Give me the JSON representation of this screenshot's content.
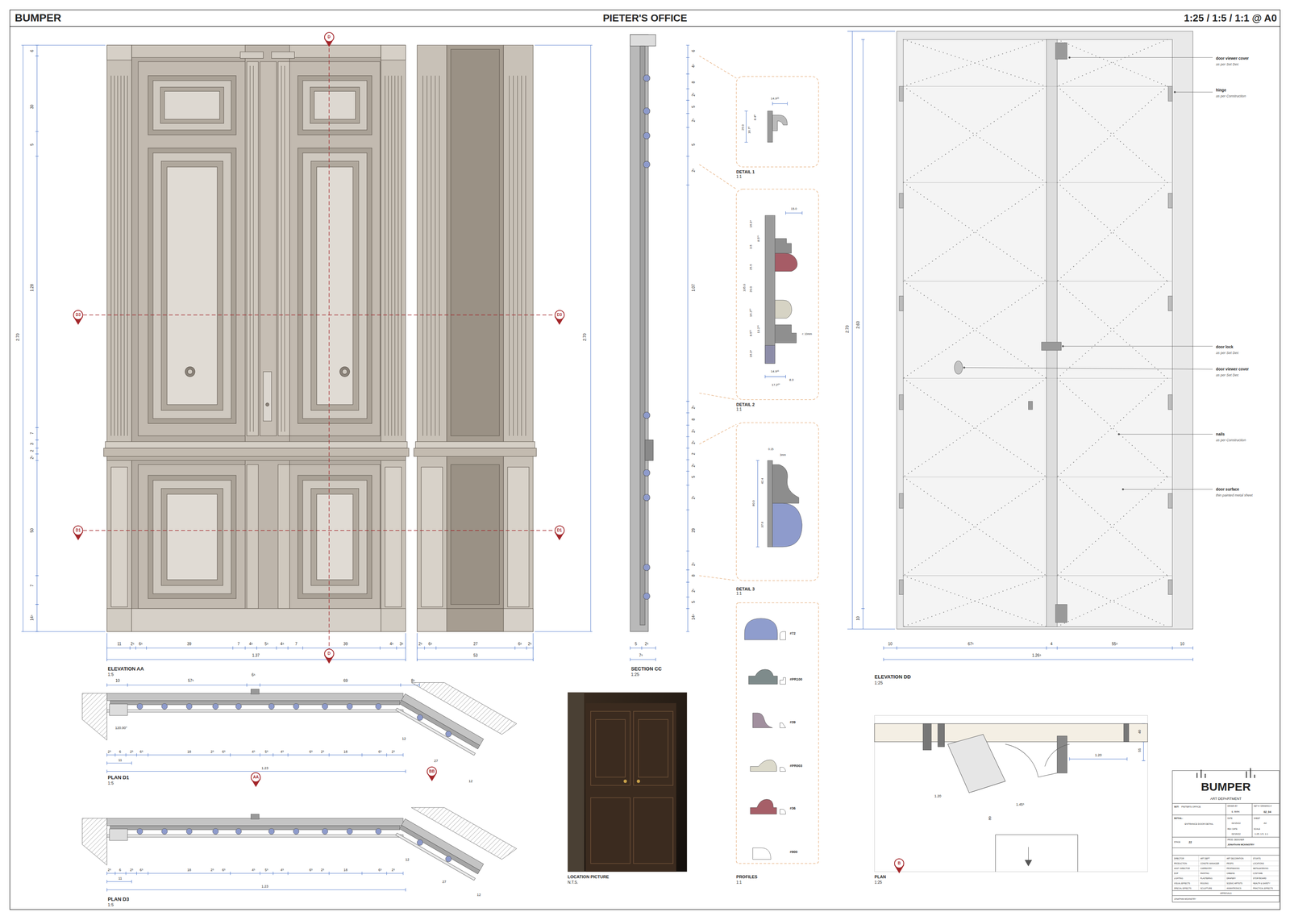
{
  "diagram": {
    "title": "PIETER'S OFFICE",
    "nodes": [
      {
        "text": [
          "D"
        ]
      },
      {
        "text": [
          "D"
        ]
      },
      {
        "text": [
          "D3"
        ]
      },
      {
        "text": [
          "D3"
        ]
      },
      {
        "text": [
          "D1"
        ]
      },
      {
        "text": [
          "D1"
        ]
      },
      {
        "text": [
          "AA"
        ]
      },
      {
        "text": [
          "BB"
        ]
      },
      {
        "text": [
          "B"
        ]
      }
    ],
    "edges": [
      {
        "from": 0,
        "to": 1,
        "arrow": "none"
      },
      {
        "from": 2,
        "to": 3,
        "arrow": "none"
      },
      {
        "from": 4,
        "to": 5,
        "arrow": "none"
      }
    ],
    "labels": [
      "BUMPER",
      "1:25 / 1:5 / 1:1 @ A0",
      "6",
      "30",
      "5",
      "1.28",
      "7",
      "3",
      "2",
      "2⁵",
      "50",
      "7",
      "14⁵",
      "2.70",
      "2.70",
      "11",
      "2⁵",
      "6⁵",
      "39",
      "7",
      "4⁵",
      "5⁵",
      "4⁵",
      "7",
      "39",
      "4⁵",
      "3⁵",
      "2⁵",
      "6⁵",
      "27",
      "6⁵",
      "2⁵",
      "1.37",
      "53",
      "ELEVATION AA",
      "1:5",
      "6",
      "4⁵",
      "8",
      "2⁵",
      "5",
      "2⁵",
      "5",
      "2⁵",
      "1.07",
      "2⁵",
      "8",
      "2⁵",
      "2⁵",
      "2",
      "2⁵",
      "5",
      "2⁵",
      "29",
      "2⁵",
      "8",
      "2⁵",
      "5",
      "14⁵",
      "5",
      "2⁵",
      "7⁵",
      "SECTION CC",
      "1:25",
      "14.9¹⁵",
      "25.0",
      "16.7²",
      "8.4⁸",
      "DETAIL 1",
      "1:1",
      "15.0",
      "16.3⁴",
      "8.5¹⁵",
      "3.5",
      "25.5",
      "135.0",
      "20.0",
      "16.2³⁰",
      "13.2¹⁵",
      "8.5¹⁵",
      "16.3⁴",
      "r: 10mm",
      "14.9¹⁵",
      "8.0",
      "17.2²⁰",
      "DETAIL 2",
      "1:1",
      "0.15",
      "3mm",
      "42.4",
      "80.0",
      "37.6",
      "DETAIL 3",
      "1:1",
      "#72",
      "#PR100",
      "#39",
      "#PR003",
      "#36",
      "#900",
      "PROFILES",
      "1:1",
      "2.70",
      "2.60",
      "10",
      "10",
      "67⁵",
      "4",
      "55⁵",
      "10",
      "1.26⁵",
      "ELEVATION DD",
      "1:25",
      "door viewer cover",
      "as per Set Dec",
      "hinge",
      "as per Construction",
      "door lock",
      "as per Set Dec",
      "door viewer cover",
      "as per Set Dec",
      "nails",
      "as per Construction",
      "door surface",
      "thin painted metal sheet",
      "10",
      "57⁵",
      "6⁵",
      "69",
      "8⁵",
      "120.00°",
      "2⁵",
      "6",
      "2⁵",
      "6⁵",
      "18",
      "2⁵",
      "6⁵",
      "4⁵",
      "5⁵",
      "4⁵",
      "6⁵",
      "2⁵",
      "18",
      "6⁵",
      "2⁵",
      "11",
      "1.23",
      "12",
      "27",
      "12",
      "PLAN D1",
      "1:5",
      "2⁵",
      "6",
      "2⁵",
      "6⁵",
      "18",
      "2⁵",
      "6⁵",
      "4⁵",
      "5⁵",
      "4⁵",
      "6⁵",
      "2⁵",
      "18",
      "6⁵",
      "2⁵",
      "11",
      "1.23",
      "12",
      "27",
      "12",
      "PLAN D3",
      "1:5",
      "LOCATION PICTURE",
      "N.T.S.",
      "40",
      "55",
      "1.20",
      "1.20",
      "1.45⁵",
      "80",
      "PLAN",
      "1:25",
      "BUMPER",
      "ART DEPARTMENT",
      "SET:",
      "PIETER'S OFFICE",
      "DRAWN BY",
      "E. BIRK",
      "SET # / DRAWING #",
      "02_04",
      "DETAIL:",
      "ENTRANCE DOOR DETAIL",
      "DATE",
      "02/15/22",
      "REV. DATE",
      "02/16/22",
      "SHEET",
      "A0",
      "SCALE",
      "1:25, 1:5, 1:1",
      "STAGE",
      "22",
      "PROD. DESIGNER",
      "JONATHAN MCKINSTRY",
      "DIRECTOR",
      "ART DEPT",
      "ART DECORATION",
      "STUNTS",
      "PRODUCTION",
      "CONSTR. MANAGER",
      "PROPS",
      "LOCATIONS",
      "ASST. DIRECTOR",
      "CARPENTRY",
      "PROPMAKING",
      "METALWORKING",
      "DOP",
      "PAINTING",
      "GREENS",
      "COSTUME",
      "LIGHTING",
      "PLASTERING",
      "DRAPERY",
      "STORYBOARD",
      "VISUAL EFFECTS",
      "RIGGING",
      "SCENIC ARTISTS",
      "HEALTH & SAFETY",
      "SPECIAL EFFECTS",
      "SCULPTURE",
      "ANIMATRONICS",
      "PRACTICAL EFFECTS",
      "APPROVALS",
      "JONATHAN MCKINSTRY"
    ]
  }
}
